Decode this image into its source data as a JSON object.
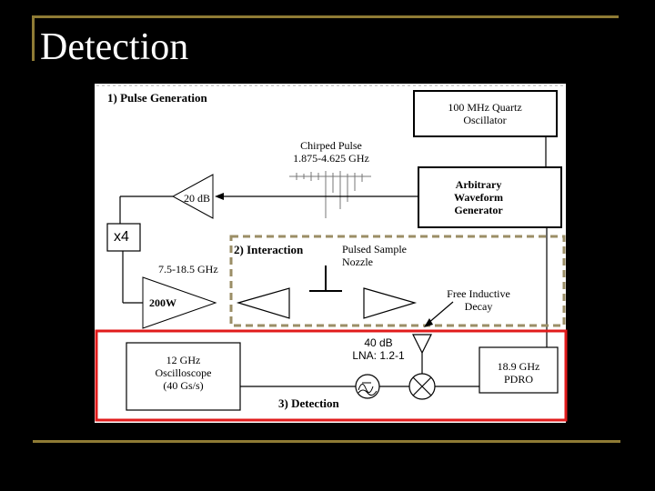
{
  "slide": {
    "title": "Detection"
  },
  "diagram": {
    "sections": {
      "pulse_generation": "1) Pulse Generation",
      "interaction": "2) Interaction",
      "detection": "3) Detection"
    },
    "quartz_oscillator": {
      "line1": "100 MHz Quartz",
      "line2": "Oscillator"
    },
    "chirped_pulse": {
      "line1": "Chirped Pulse",
      "line2": "1.875-4.625 GHz"
    },
    "awg": {
      "line1": "Arbitrary",
      "line2": "Waveform",
      "line3": "Generator"
    },
    "attenuator": "20 dB",
    "multiplier": "x4",
    "freq_range": "7.5-18.5 GHz",
    "nozzle": {
      "line1": "Pulsed Sample",
      "line2": "Nozzle"
    },
    "amplifier": "200W",
    "fid": {
      "line1": "Free Inductive",
      "line2": "Decay"
    },
    "oscilloscope": {
      "line1": "12 GHz",
      "line2": "Oscilloscope",
      "line3": "(40 Gs/s)"
    },
    "lna": {
      "line1": "40 dB",
      "line2": "LNA: 1.2-1"
    },
    "pdro": {
      "line1": "18.9 GHz",
      "line2": "PDRO"
    },
    "colors": {
      "frame": "#8f7b35",
      "detection_box": "#e11b1b",
      "interaction_dash": "#9b8e66"
    }
  }
}
